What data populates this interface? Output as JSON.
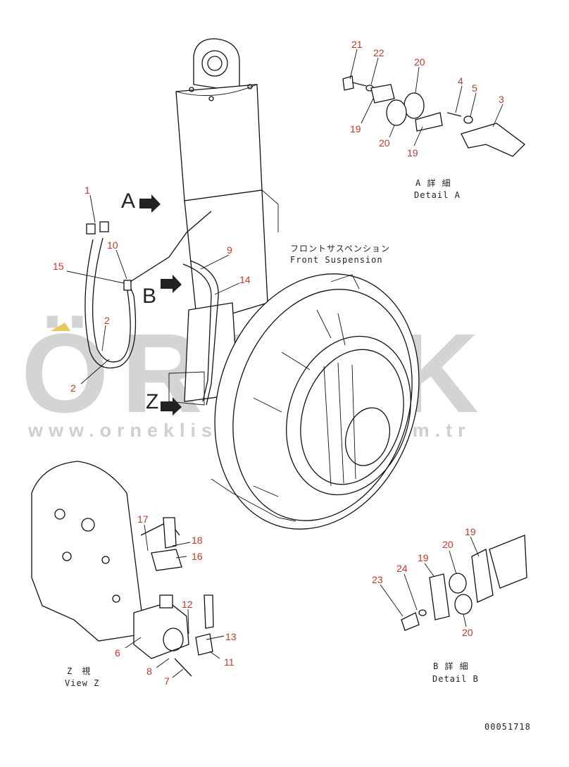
{
  "watermark": {
    "brand": "ÖRNEK",
    "url": "www.orneklismakinalari.com.tr"
  },
  "labels": {
    "front_suspension_jp": "フロントサスペンション",
    "front_suspension_en": "Front Suspension",
    "detail_a_jp": "A 詳 細",
    "detail_a_en": "Detail A",
    "detail_b_jp": "B 詳 細",
    "detail_b_en": "Detail B",
    "view_z_jp": "Z　視",
    "view_z_en": "View Z",
    "drawing_number": "00051718"
  },
  "arrows": {
    "a": "A",
    "b": "B",
    "z": "Z"
  },
  "part_numbers": {
    "p21": "21",
    "p22": "22",
    "p20a": "20",
    "p4": "4",
    "p5": "5",
    "p3": "3",
    "p19a": "19",
    "p20b": "20",
    "p19b": "19",
    "p1": "1",
    "p10": "10",
    "p15": "15",
    "p2a": "2",
    "p2b": "2",
    "p9": "9",
    "p14": "14",
    "p17": "17",
    "p18": "18",
    "p16": "16",
    "p12": "12",
    "p13": "13",
    "p6": "6",
    "p8": "8",
    "p7": "7",
    "p11": "11",
    "p19c": "19",
    "p20c": "20",
    "p24": "24",
    "p19d": "19",
    "p23": "23",
    "p20d": "20"
  }
}
